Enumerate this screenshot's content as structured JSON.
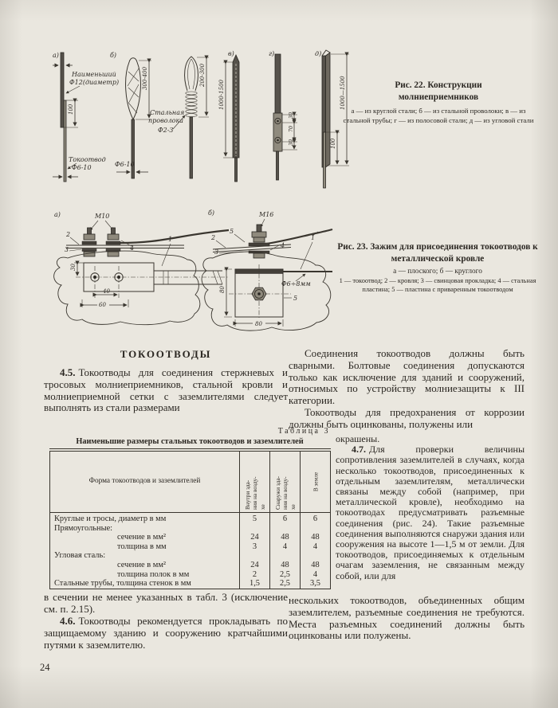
{
  "page": {
    "number": "24"
  },
  "fig22": {
    "caption_title": "Рис. 22. Конструкции\nмолниеприемников",
    "caption_legend": "а — из круглой стали; б — из стальной проволоки; в — из стальной трубы; г — из полосовой стали; д — из угловой стали",
    "labels": {
      "a": "а)",
      "b": "б)",
      "v": "в)",
      "g": "г)",
      "d": "д)",
      "min_dia_1": "Наименьший",
      "min_dia_2": "Ф12(диаметр)",
      "overlap_100": "100",
      "tokootvod": "Токоотвод",
      "f6_10_a": "Ф6-10",
      "len_300_400": "300-400",
      "f6_10_b": "Ф6-10",
      "wire_1": "Стальная",
      "wire_2": "проволока",
      "wire_3": "Ф2-3",
      "len_200_300": "200-300",
      "len_v": "1000-1500",
      "g_30_top": "30",
      "g_70": "70",
      "g_30_bot": "30",
      "len_d": "1000—1500",
      "overlap_d": "100"
    }
  },
  "fig23": {
    "caption_title": "Рис. 23. Зажим для присоединения токоотводов к металлической кровле",
    "caption_legend1": "а — плоского; б — круглого",
    "caption_legend2": "1 — токоотвод; 2 — кровля; 3 — свинцовая прокладка; 4 — стальная пластина; 5 — пластина с приваренным токоотводом",
    "labels": {
      "a": "а)",
      "b": "б)",
      "m10": "М10",
      "m16": "М16",
      "a_1": "1",
      "a_2": "2",
      "a_3": "3",
      "a_4": "4",
      "a_30": "30",
      "a_40": "40",
      "a_60": "60",
      "b_1": "1",
      "b_2": "2",
      "b_3": "3",
      "b_4": "4",
      "b_5": "5",
      "b_5_plate": "5",
      "b_dia": "Ф6÷8мм",
      "b_80_w": "80",
      "b_80_h": "80"
    }
  },
  "body": {
    "heading": "ТОКООТВОДЫ",
    "p45_num": "4.5.",
    "p45": "Токоотводы для соединения стержневых и тросовых молниеприемников, стальной кровли и молниеприемной сетки с заземлителями следует выполнять из стали размерами",
    "after_table": "в сечении не менее указанных в табл. 3 (исключение см. п. 2.15).",
    "p46_num": "4.6.",
    "p46": "Токоотводы рекомендуется прокладывать по защищаемому зданию и сооружению кратчайшими путями к заземлителю.",
    "r_p1": "Соединения токоотводов должны быть сварными. Болтовые соединения допускаются только как исключение для зданий и сооружений, относимых по устройству молниезащиты к III категории.",
    "r_p2a": "Токоотводы для предохранения от коррозии должны быть оцинкованы, полужены или",
    "r_p2b": "окрашены.",
    "p47_num": "4.7.",
    "p47a": "Для проверки величины сопротивления заземлителей в случаях, когда несколько токоотводов, присоединенных к отдельным заземлителям, металлически связаны между собой (например, при металлической кровле), необходимо на токоотводах предусматривать разъемные соединения (рис. 24). Такие разъемные соединения выполняются снаружи здания или сооружения на высоте 1—1,5 м от земли. Для токоотводов, присоединяемых к отдельным очагам заземления, не связанным между собой, или для",
    "p47b": "нескольких токоотводов, объединенных общим заземлителем, разъемные соединения не требуются. Места разъемных соединений должны быть оцинкованы или полужены."
  },
  "table3": {
    "label": "Таблица 3",
    "title": "Наименьшие размеры стальных токоотводов и заземлителей",
    "col_form": "Форма токоотводов и заземлителей",
    "col_inside": "Внутри зда-\nния на возду-\nхе",
    "col_outside": "Снаружи зда-\nния на возду-\nхе",
    "col_ground": "В земле",
    "rows": [
      {
        "form": "Круглые и тросы,  диаметр в мм",
        "inside": "5",
        "outside": "6",
        "ground": "6"
      },
      {
        "form": "Прямоугольные:",
        "inside": "",
        "outside": "",
        "ground": ""
      },
      {
        "form": "сечение в мм²",
        "inside": "24",
        "outside": "48",
        "ground": "48"
      },
      {
        "form": "толщина в мм",
        "inside": "3",
        "outside": "4",
        "ground": "4"
      },
      {
        "form": "Угловая сталь:",
        "inside": "",
        "outside": "",
        "ground": ""
      },
      {
        "form": "сечение в мм²",
        "inside": "24",
        "outside": "48",
        "ground": "48"
      },
      {
        "form": "толщина полок в мм",
        "inside": "2",
        "outside": "2,5",
        "ground": "4"
      },
      {
        "form": "Стальные трубы, толщина стенок в мм",
        "inside": "1,5",
        "outside": "2,5",
        "ground": "3,5"
      }
    ]
  }
}
